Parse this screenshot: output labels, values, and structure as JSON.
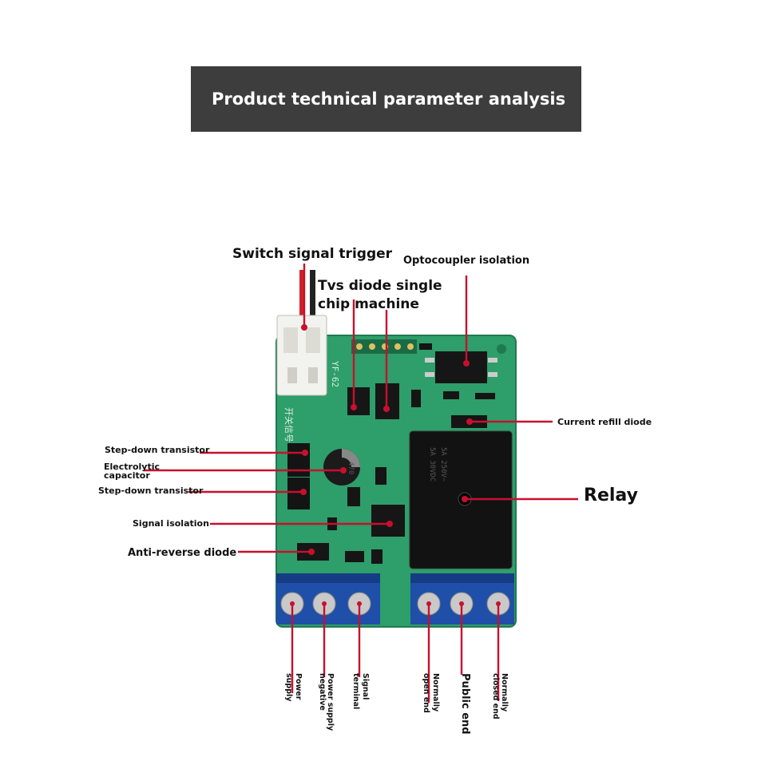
{
  "banner": {
    "title": "Product technical parameter analysis"
  },
  "labels": {
    "switch_signal_trigger": "Switch signal trigger",
    "optocoupler_isolation": "Optocoupler isolation",
    "tvs_line1": "Tvs diode single",
    "tvs_line2": "chip machine",
    "current_refill_diode": "Current refill diode",
    "step_down_transistor_1": "Step-down transistor",
    "electrolytic_line1": "Electrolytic",
    "electrolytic_line2": "capacitor",
    "step_down_transistor_2": "Step-down transistor",
    "signal_isolation": "Signal isolation",
    "anti_reverse_diode": "Anti-reverse diode",
    "relay": "Relay"
  },
  "terminals": {
    "power_supply_l1": "Power",
    "power_supply_l2": "supply",
    "power_neg_l1": "Power supply",
    "power_neg_l2": "negative",
    "signal_terminal_l1": "Signal",
    "signal_terminal_l2": "terminal",
    "normally_open_l1": "Normally",
    "normally_open_l2": "open end",
    "public_end": "Public end",
    "normally_closed_l1": "Normally",
    "normally_closed_l2": "closed end"
  },
  "board": {
    "silkscreen_model": "YF-62",
    "silkscreen_cn": "开关信号",
    "capacitor_marking_l1": "470",
    "capacitor_marking_l2": "10V",
    "capacitor_marking_l3": "VT",
    "relay_marking_l1": "5A 250V~",
    "relay_marking_l2": "5A 30VDC"
  },
  "colors": {
    "pcb": "#2e9e6a",
    "leader": "#c8102e",
    "terminal_block": "#1f4fa8",
    "banner": "#3d3d3d"
  }
}
